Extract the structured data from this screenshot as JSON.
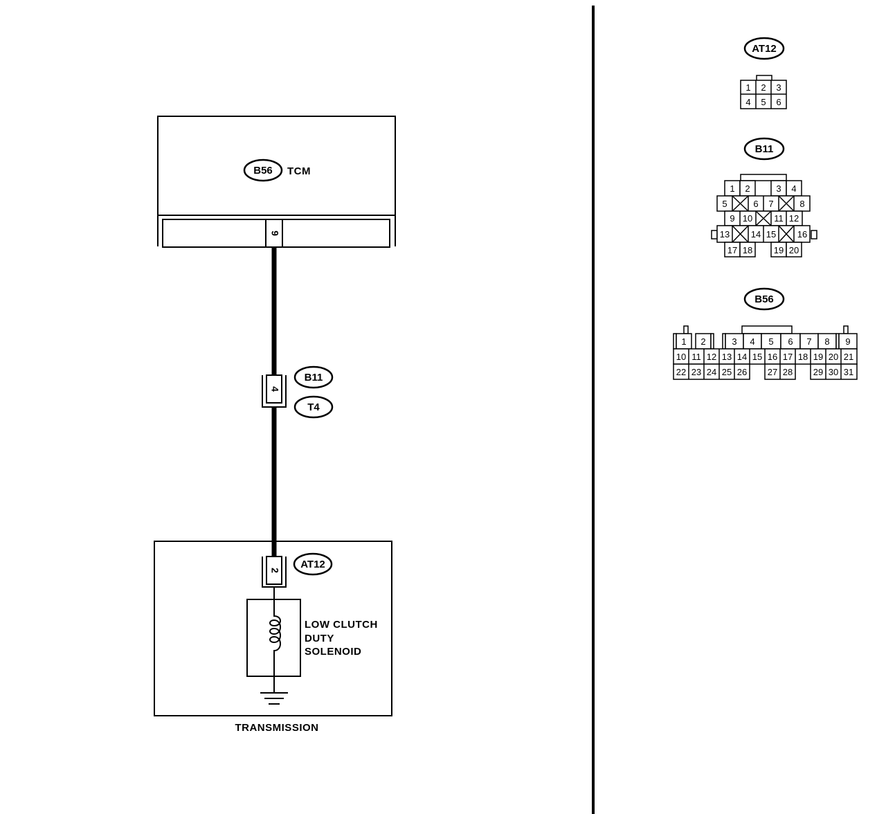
{
  "tcm": {
    "connector": "B56",
    "name": "TCM",
    "pin": "9"
  },
  "junction": {
    "connector_upper": "B11",
    "connector_lower": "T4",
    "pin": "4"
  },
  "transmission": {
    "label": "TRANSMISSION",
    "connector": "AT12",
    "pin": "2",
    "solenoid_lines": [
      "LOW CLUTCH",
      "DUTY",
      "SOLENOID"
    ]
  },
  "connectors": {
    "at12": {
      "label": "AT12",
      "row1": [
        "1",
        "2",
        "3"
      ],
      "row2": [
        "4",
        "5",
        "6"
      ]
    },
    "b11": {
      "label": "B11",
      "row1": [
        "1",
        "2",
        "3",
        "4"
      ],
      "row2": [
        "5",
        "6",
        "7",
        "8"
      ],
      "row3": [
        "9",
        "10",
        "11",
        "12"
      ],
      "row4": [
        "13",
        "14",
        "15",
        "16"
      ],
      "row5": [
        "17",
        "18",
        "19",
        "20"
      ]
    },
    "b56": {
      "label": "B56",
      "row1": [
        "1",
        "2",
        "3",
        "4",
        "5",
        "6",
        "7",
        "8",
        "9"
      ],
      "row2": [
        "10",
        "11",
        "12",
        "13",
        "14",
        "15",
        "16",
        "17",
        "18",
        "19",
        "20",
        "21"
      ],
      "row3": [
        "22",
        "23",
        "24",
        "25",
        "26",
        "27",
        "28",
        "29",
        "30",
        "31"
      ]
    }
  }
}
